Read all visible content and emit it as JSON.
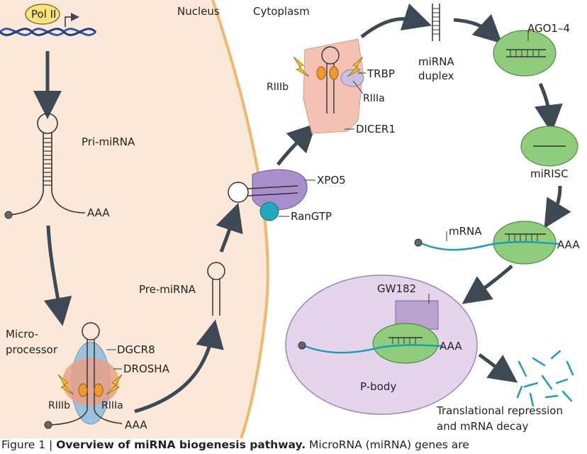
{
  "compartments": {
    "nucleus": "Nucleus",
    "cytoplasm": "Cytoplasm"
  },
  "labels": {
    "pol2": "Pol II",
    "pri_mirna": "Pri-miRNA",
    "aaa_pri": "AAA",
    "microprocessor_line1": "Micro-",
    "microprocessor_line2": "processor",
    "dgcr8": "DGCR8",
    "drosha": "DROSHA",
    "riiib_1": "RIIIb",
    "riiia_1": "RIIIa",
    "aaa_micro": "AAA",
    "pre_mirna": "Pre-miRNA",
    "xpo5": "XPO5",
    "rangtp": "RanGTP",
    "riiib_2": "RIIIb",
    "riiia_2": "RIIIa",
    "trbp": "TRBP",
    "dicer1": "DICER1",
    "mirna_duplex_line1": "miRNA",
    "mirna_duplex_line2": "duplex",
    "ago": "AGO1–4",
    "mirisc": "miRISC",
    "mrna": "mRNA",
    "aaa_mrna": "AAA",
    "gw182": "GW182",
    "aaa_pbody": "AAA",
    "pbody": "P-body",
    "outcome_line1": "Translational repression",
    "outcome_line2": "and mRNA decay"
  },
  "caption": {
    "figure": "Figure 1 | ",
    "title": "Overview of miRNA biogenesis pathway.",
    "text": "  MicroRNA (miRNA) genes are"
  },
  "colors": {
    "arrow": "#3d4a55",
    "cell_fill": "#fbe8d8",
    "membrane": "#f0b86e",
    "pol2_fill": "#f7e47a",
    "dna_blue": "#2e5aa8",
    "dgcr8_fill": "#9cc3de",
    "drosha_fill": "#e8a08a",
    "riii_fill": "#ee9a2e",
    "xpo5_fill": "#a88fcc",
    "rangtp_fill": "#23a7bd",
    "dicer_fill": "#f4c2b4",
    "trbp_fill": "#c7c0de",
    "ago_fill": "#8fcd7d",
    "pbody_fill": "#e4d5ec",
    "gw182_fill": "#b9a2cf",
    "mrna_line": "#1aa0b5",
    "fragment_color": "#1aa0b5"
  }
}
